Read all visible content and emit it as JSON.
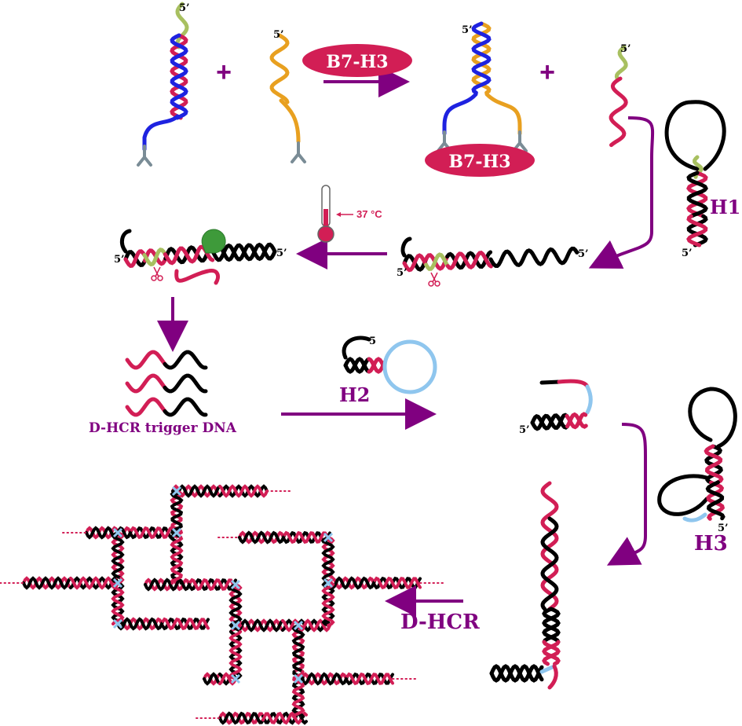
{
  "colors": {
    "blue": "#1e22e0",
    "orange": "#e8a020",
    "green": "#a8c060",
    "crimson": "#d21e55",
    "black": "#000000",
    "lightblue": "#8fc6ee",
    "purple": "#800080",
    "antibody": "#7a8c96"
  },
  "labels": {
    "plus": "+",
    "protein": "B7-H3",
    "temperature": "37 °C",
    "h1": "H1",
    "h2": "H2",
    "h3": "H3",
    "trigger": "D-HCR trigger DNA",
    "dhcr": "D-HCR",
    "prime5": "5’",
    "five": "5"
  },
  "icons": {
    "thermometer": "thermometer-icon",
    "scissors": "scissors-icon",
    "antibody": "antibody-icon"
  }
}
